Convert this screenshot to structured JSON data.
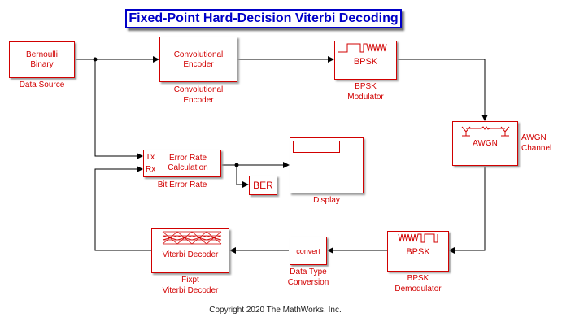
{
  "title": "Fixed-Point Hard-Decision Viterbi Decoding",
  "blocks": {
    "bernoulli": {
      "text": [
        "Bernoulli",
        "Binary"
      ],
      "label": "Data Source"
    },
    "conv_encoder": {
      "text": [
        "Convolutional",
        "Encoder"
      ],
      "label": [
        "Convolutional",
        "Encoder"
      ]
    },
    "bpsk_mod": {
      "text": "BPSK",
      "label": [
        "BPSK",
        "Modulator"
      ]
    },
    "awgn": {
      "text": "AWGN",
      "label": [
        "AWGN",
        "Channel"
      ]
    },
    "error_rate": {
      "text": [
        "Error Rate",
        "Calculation"
      ],
      "ports": [
        "Tx",
        "Rx"
      ],
      "label": "Bit Error Rate"
    },
    "ber": {
      "text": "BER"
    },
    "display": {
      "label": "Display"
    },
    "viterbi": {
      "text": "Viterbi Decoder",
      "label": [
        "Fixpt",
        "Viterbi Decoder"
      ]
    },
    "convert": {
      "text": "convert",
      "label": [
        "Data Type",
        "Conversion"
      ]
    },
    "bpsk_demod": {
      "text": "BPSK",
      "label": [
        "BPSK",
        "Demodulator"
      ]
    }
  },
  "copyright": "Copyright 2020 The MathWorks, Inc.",
  "colors": {
    "title": "#0000c8",
    "block": "#d10000",
    "wire": "#000000"
  }
}
